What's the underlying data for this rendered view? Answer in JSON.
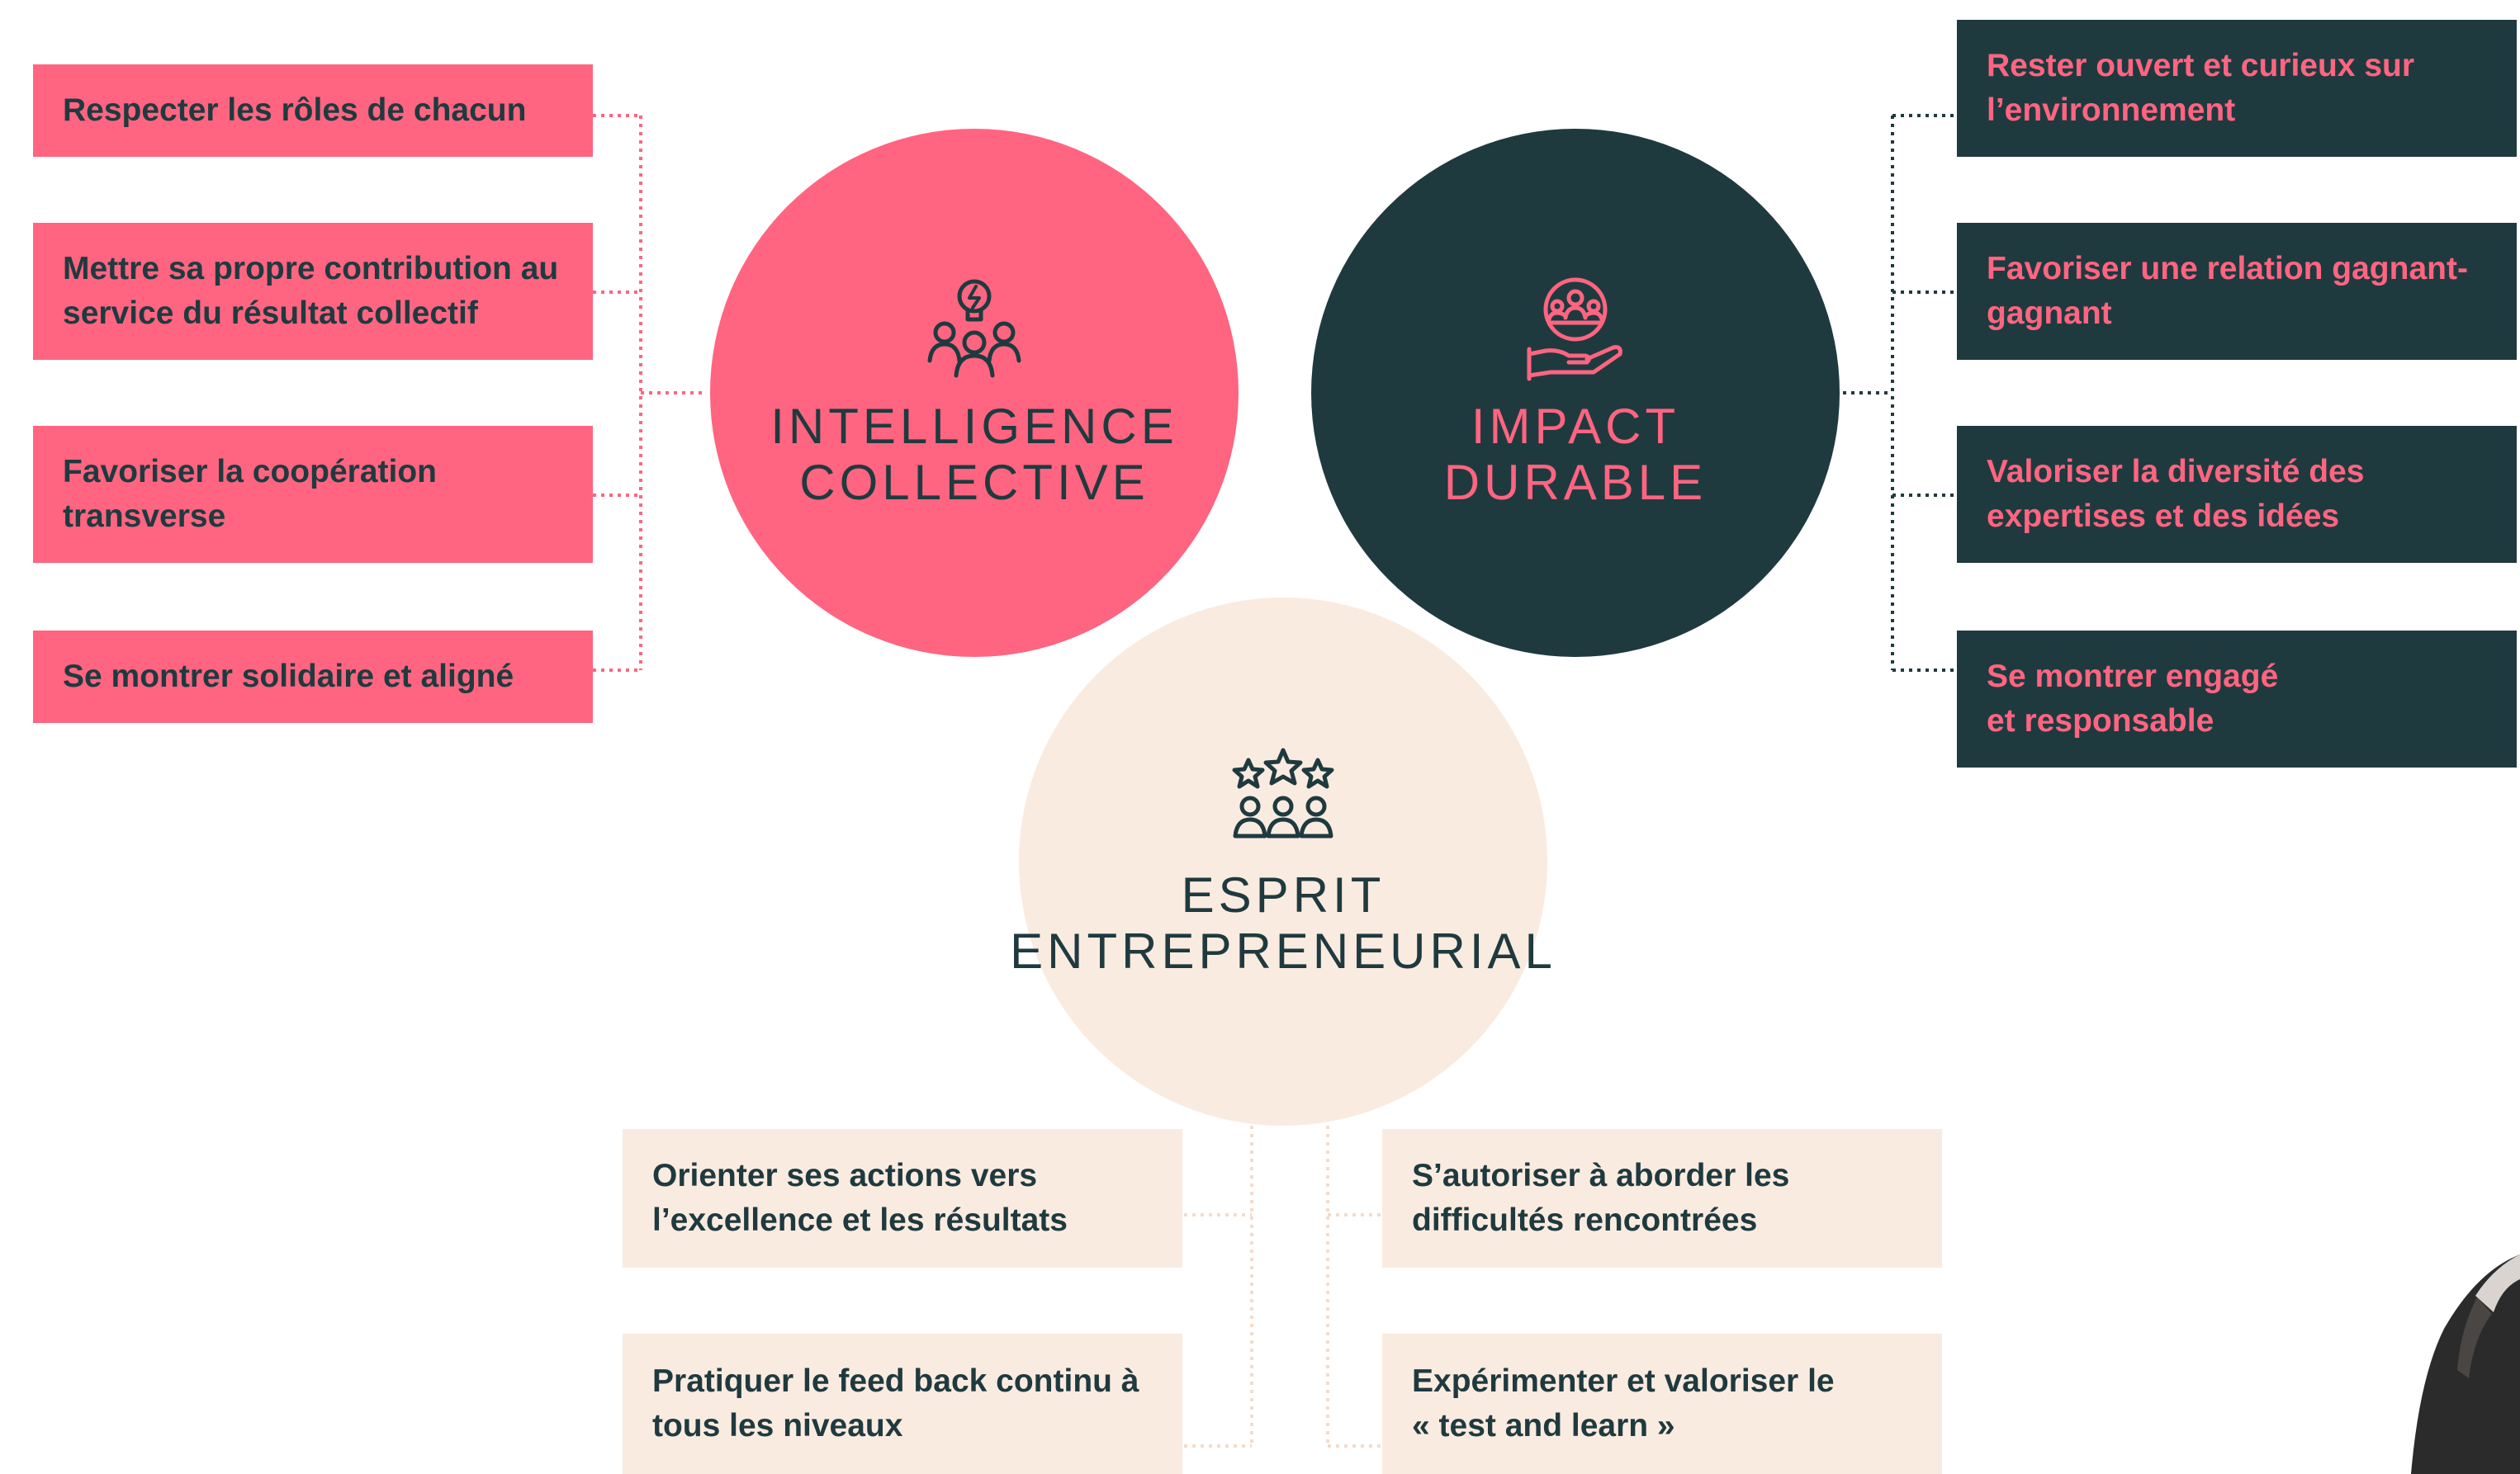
{
  "circles": {
    "intelligence": {
      "title": "INTELLIGENCE\nCOLLECTIVE",
      "icon": "team-idea-icon"
    },
    "impact": {
      "title": "IMPACT\nDURABLE",
      "icon": "hand-holding-team-icon"
    },
    "esprit": {
      "title": "ESPRIT\nENTREPRENEURIAL",
      "icon": "team-stars-icon"
    }
  },
  "left_items": [
    "Respecter les rôles de chacun",
    "Mettre sa propre contribution au\nservice du résultat collectif",
    "Favoriser la coopération\ntransverse",
    "Se montrer solidaire et aligné"
  ],
  "right_items": [
    "Rester ouvert et curieux sur\nl’environnement",
    "Favoriser une relation gagnant-\ngagnant",
    "Valoriser la diversité des\nexpertises et des idées",
    "Se montrer engagé\net responsable"
  ],
  "bottom_items": [
    "Orienter ses actions vers\nl’excellence et les résultats",
    "S’autoriser à aborder les\ndifficultés rencontrées",
    "Pratiquer le feed back continu à\ntous les niveaux",
    "Expérimenter et valoriser le\n« test and learn »"
  ],
  "colors": {
    "pink": "#ff6580",
    "dark": "#1f3a3f",
    "cream": "#faebe0"
  }
}
